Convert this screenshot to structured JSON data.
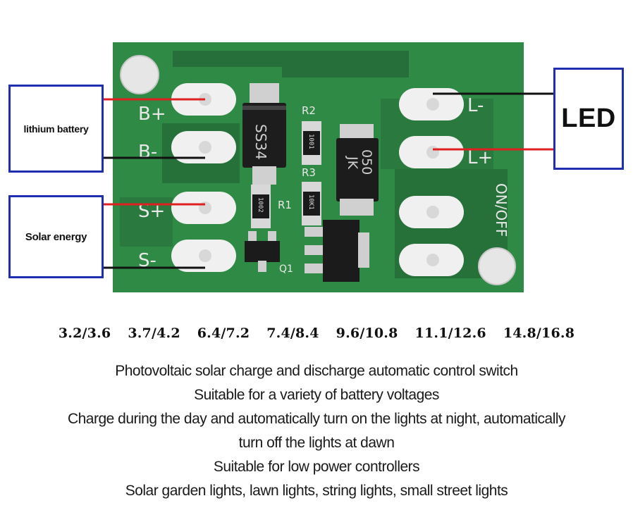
{
  "callouts": {
    "battery": "lithium battery",
    "solar": "Solar energy",
    "led": "LED"
  },
  "board": {
    "pins_left": [
      "B+",
      "B-",
      "S+",
      "S-"
    ],
    "pins_right": [
      "L-",
      "L+"
    ],
    "components": {
      "diode": "SS34",
      "ic": "JK\n050",
      "r2": "R2",
      "r3": "R3",
      "r1": "R1",
      "q1": "Q1",
      "switch": "ON/OFF"
    }
  },
  "voltages": [
    "3.2/3.6",
    "3.7/4.2",
    "6.4/7.2",
    "7.4/8.4",
    "9.6/10.8",
    "11.1/12.6",
    "14.8/16.8"
  ],
  "description": [
    "Photovoltaic solar charge and discharge automatic control switch",
    "Suitable for a variety of battery voltages",
    "Charge during the day and automatically turn on the lights at night, automatically",
    "turn off the lights at dawn",
    "Suitable for low power controllers",
    "Solar garden lights, lawn lights, string lights, small street lights"
  ],
  "colors": {
    "pcb": "#2f8a45",
    "pcb_dark": "#1f6b34",
    "pad": "#f0f0f0",
    "wire_red": "#e02020",
    "wire_black": "#111111",
    "box_border": "#1f2fb0"
  }
}
